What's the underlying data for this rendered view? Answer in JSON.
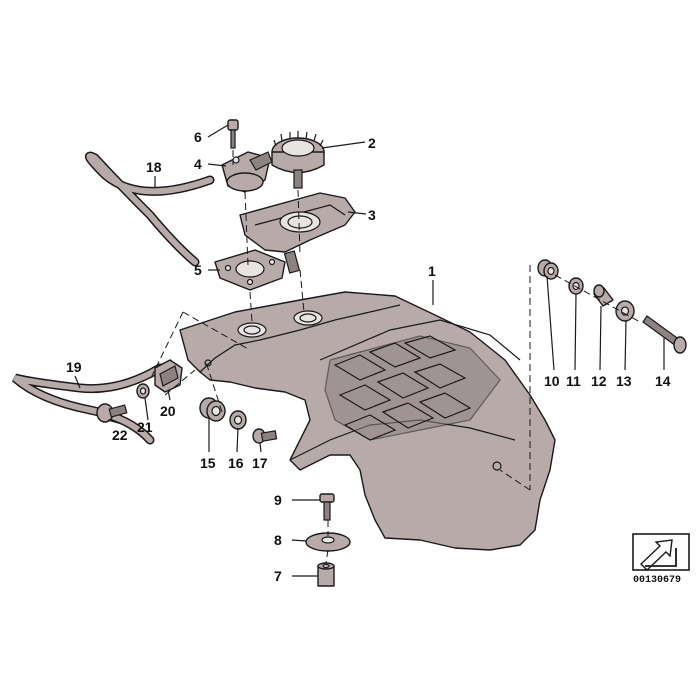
{
  "diagram_id": "00130679",
  "callouts": {
    "c1": "1",
    "c2": "2",
    "c3": "3",
    "c4": "4",
    "c5": "5",
    "c6": "6",
    "c7": "7",
    "c8": "8",
    "c9": "9",
    "c10": "10",
    "c11": "11",
    "c12": "12",
    "c13": "13",
    "c14": "14",
    "c15": "15",
    "c16": "16",
    "c17": "17",
    "c18": "18",
    "c19": "19",
    "c20": "20",
    "c21": "21",
    "c22": "22"
  },
  "colors": {
    "part_fill": "#b7aaa9",
    "outline": "#1a1a1a",
    "background": "#ffffff"
  }
}
